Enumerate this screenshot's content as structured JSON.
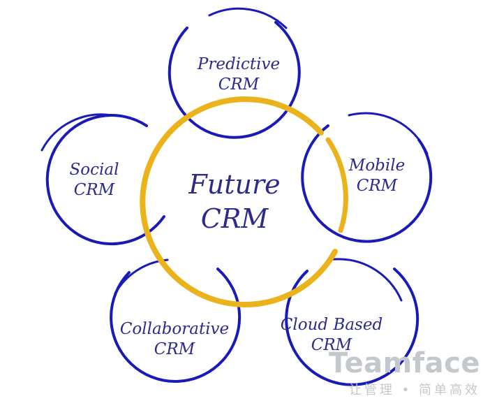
{
  "center": {
    "line1": "Future",
    "line2": "CRM"
  },
  "nodes": [
    {
      "line1": "Predictive",
      "line2": "CRM"
    },
    {
      "line1": "Mobile",
      "line2": "CRM"
    },
    {
      "line1": "Cloud Based",
      "line2": "CRM"
    },
    {
      "line1": "Collaborative",
      "line2": "CRM"
    },
    {
      "line1": "Social",
      "line2": "CRM"
    }
  ],
  "watermark": {
    "brand": "Teamface",
    "tagline": "让管理 • 简单高效"
  },
  "colors": {
    "ring": "#1a1ab8",
    "center_ring": "#eab31c",
    "text": "#2c2a8a"
  }
}
